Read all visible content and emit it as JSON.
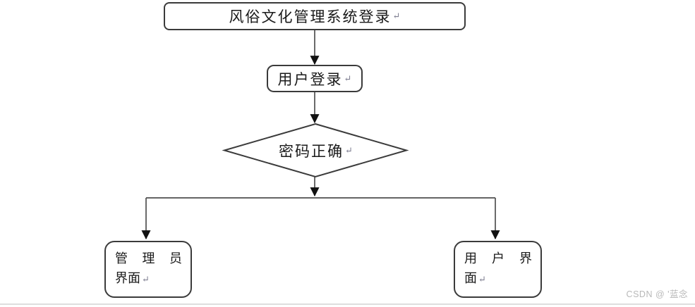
{
  "flowchart": {
    "nodes": {
      "title": {
        "label": "风俗文化管理系统登录",
        "return_mark": "↵",
        "shape": "rounded-rect"
      },
      "login": {
        "label": "用户登录",
        "return_mark": "↵",
        "shape": "rounded-rect"
      },
      "decision": {
        "label": "密码正确",
        "return_mark": "↵",
        "shape": "diamond"
      },
      "admin": {
        "line1": "管 理 员",
        "line2": "界面",
        "return_mark": "↵",
        "shape": "rounded-rect"
      },
      "user": {
        "line1": "用 户 界",
        "line2": "面",
        "return_mark": "↵",
        "shape": "rounded-rect"
      }
    },
    "edges": [
      {
        "from": "title",
        "to": "login"
      },
      {
        "from": "login",
        "to": "decision"
      },
      {
        "from": "decision",
        "to": "admin"
      },
      {
        "from": "decision",
        "to": "user"
      }
    ],
    "colors": {
      "border": "#3b3b3b",
      "line": "#4f4f4f",
      "arrowhead": "#111111",
      "text": "#1a1a1a"
    }
  },
  "watermark": {
    "text": "CSDN @ '蓝念",
    "color": "#b8b8b8"
  }
}
